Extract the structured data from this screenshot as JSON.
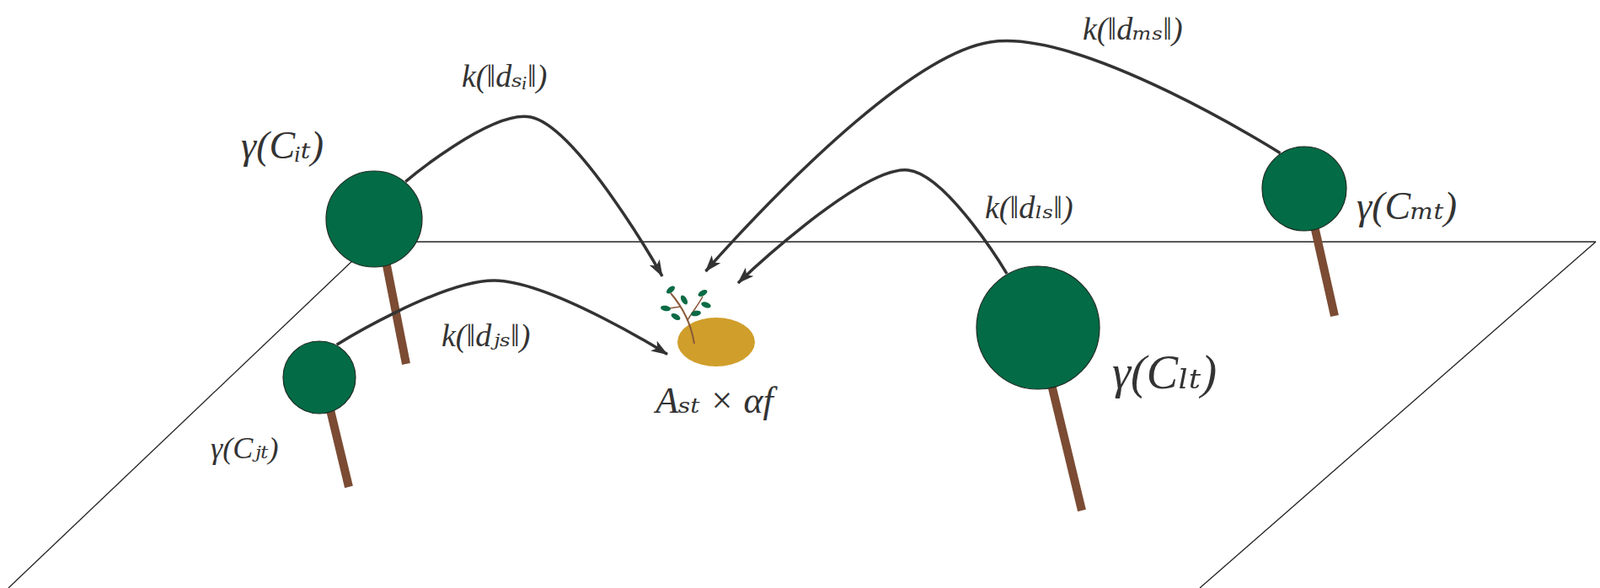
{
  "diagram": {
    "nodes": [
      {
        "text": [
          "γ(Cᵢₜ)"
        ]
      },
      {
        "text": [
          "Aₛₜ × αf"
        ]
      },
      {
        "text": [
          "γ(Cₘₜ)"
        ]
      },
      {
        "text": [
          "γ(Cₗₜ)"
        ]
      },
      {
        "text": [
          "γ(Cⱼₜ)"
        ]
      }
    ],
    "edges": [
      {
        "from": 0,
        "to": 1,
        "label": "k(‖dₛᵢ‖)",
        "arrow": "to"
      },
      {
        "from": 2,
        "to": 1,
        "label": "k(‖dₘₛ‖)",
        "arrow": "to"
      },
      {
        "from": 3,
        "to": 1,
        "label": "k(‖dₗₛ‖)",
        "arrow": "to"
      },
      {
        "from": 4,
        "to": 1,
        "label": "k(‖dⱼₛ‖)",
        "arrow": "to"
      }
    ]
  }
}
